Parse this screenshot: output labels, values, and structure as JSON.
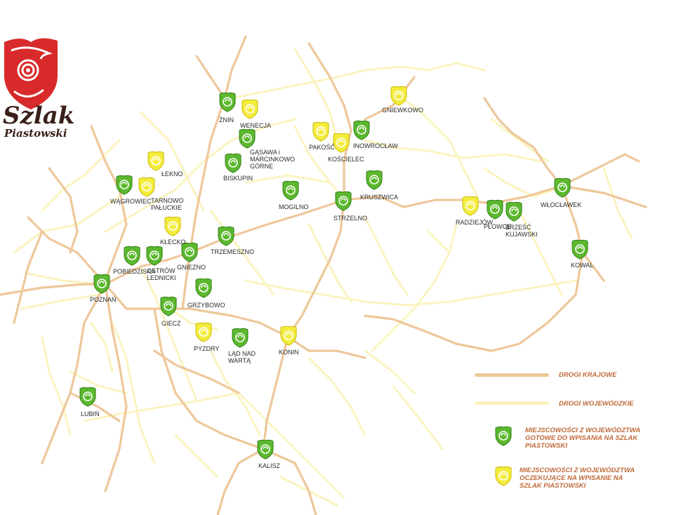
{
  "logo": {
    "line1": "Szlak",
    "line2": "Piastowski"
  },
  "colors": {
    "national_road": "#eec79a",
    "voivodeship_road": "#fbf3bf",
    "ready": "#5cb82e",
    "ready_dark": "#2e7d14",
    "pending": "#f3ec3c",
    "pending_dark": "#c9b800",
    "logo_red": "#d82a2a"
  },
  "places": [
    {
      "id": "znin",
      "label": "ŻNIN",
      "status": "ready"
    },
    {
      "id": "wenecja",
      "label": "WENECJA",
      "status": "pending"
    },
    {
      "id": "gasawa",
      "label": "GĄSAWA i MARCINKOWO GÓRNE",
      "status": "ready"
    },
    {
      "id": "biskupin",
      "label": "BISKUPIN",
      "status": "ready"
    },
    {
      "id": "pakosc",
      "label": "PAKOŚĆ",
      "status": "pending"
    },
    {
      "id": "koscielec",
      "label": "KOŚCIELEC",
      "status": "pending"
    },
    {
      "id": "inowroclaw",
      "label": "INOWROCŁAW",
      "status": "ready"
    },
    {
      "id": "gniewkowo",
      "label": "GNIEWKOWO",
      "status": "pending"
    },
    {
      "id": "lekno",
      "label": "ŁEKNO",
      "status": "pending"
    },
    {
      "id": "wagrowiec",
      "label": "WĄGROWIEC",
      "status": "ready"
    },
    {
      "id": "tarnowo",
      "label": "TARNOWO PAŁUCKIE",
      "status": "pending"
    },
    {
      "id": "mogilno",
      "label": "MOGILNO",
      "status": "ready"
    },
    {
      "id": "kruszwica",
      "label": "KRUSZWICA",
      "status": "ready"
    },
    {
      "id": "strzelno",
      "label": "STRZELNO",
      "status": "ready"
    },
    {
      "id": "radziejow",
      "label": "RADZIEJÓW",
      "status": "pending"
    },
    {
      "id": "plowce",
      "label": "PŁOWCE",
      "status": "ready"
    },
    {
      "id": "brzesc",
      "label": "BRZEŚĆ KUJAWSKI",
      "status": "ready"
    },
    {
      "id": "wloclawek",
      "label": "WŁOCŁAWEK",
      "status": "ready"
    },
    {
      "id": "klecko",
      "label": "KŁECKO",
      "status": "pending"
    },
    {
      "id": "trzemeszno",
      "label": "TRZEMESZNO",
      "status": "ready"
    },
    {
      "id": "pobiedziska",
      "label": "POBIEDZISKA",
      "status": "ready"
    },
    {
      "id": "ostrow",
      "label": "OSTRÓW LEDNICKI",
      "status": "ready"
    },
    {
      "id": "gniezno",
      "label": "GNIEZNO",
      "status": "ready"
    },
    {
      "id": "kowal",
      "label": "KOWAL",
      "status": "ready"
    },
    {
      "id": "poznan",
      "label": "POZNAŃ",
      "status": "ready"
    },
    {
      "id": "grzybowo",
      "label": "GRZYBOWO",
      "status": "ready"
    },
    {
      "id": "giecz",
      "label": "GIECZ",
      "status": "ready"
    },
    {
      "id": "pyzdry",
      "label": "PYZDRY",
      "status": "pending"
    },
    {
      "id": "lad",
      "label": "LĄD NAD WARTĄ",
      "status": "ready"
    },
    {
      "id": "konin",
      "label": "KONIN",
      "status": "pending"
    },
    {
      "id": "lubin",
      "label": "LUBIŃ",
      "status": "ready"
    },
    {
      "id": "kalisz",
      "label": "KALISZ",
      "status": "ready"
    }
  ],
  "legend": {
    "national": "DROGI KRAJOWE",
    "voivodeship": "DROGI WOJEWÓDZKIE",
    "ready": "MIEJSCOWOŚCI Z WOJEWÓDZTWA GOTOWE  DO WPISANIA NA SZLAK PIASTOWSKI",
    "pending": "MIEJSCOWOŚCI Z WOJEWÓDZTWA OCZEKUJĄCE NA WPISANIE NA SZLAK PIASTOWSKI"
  }
}
